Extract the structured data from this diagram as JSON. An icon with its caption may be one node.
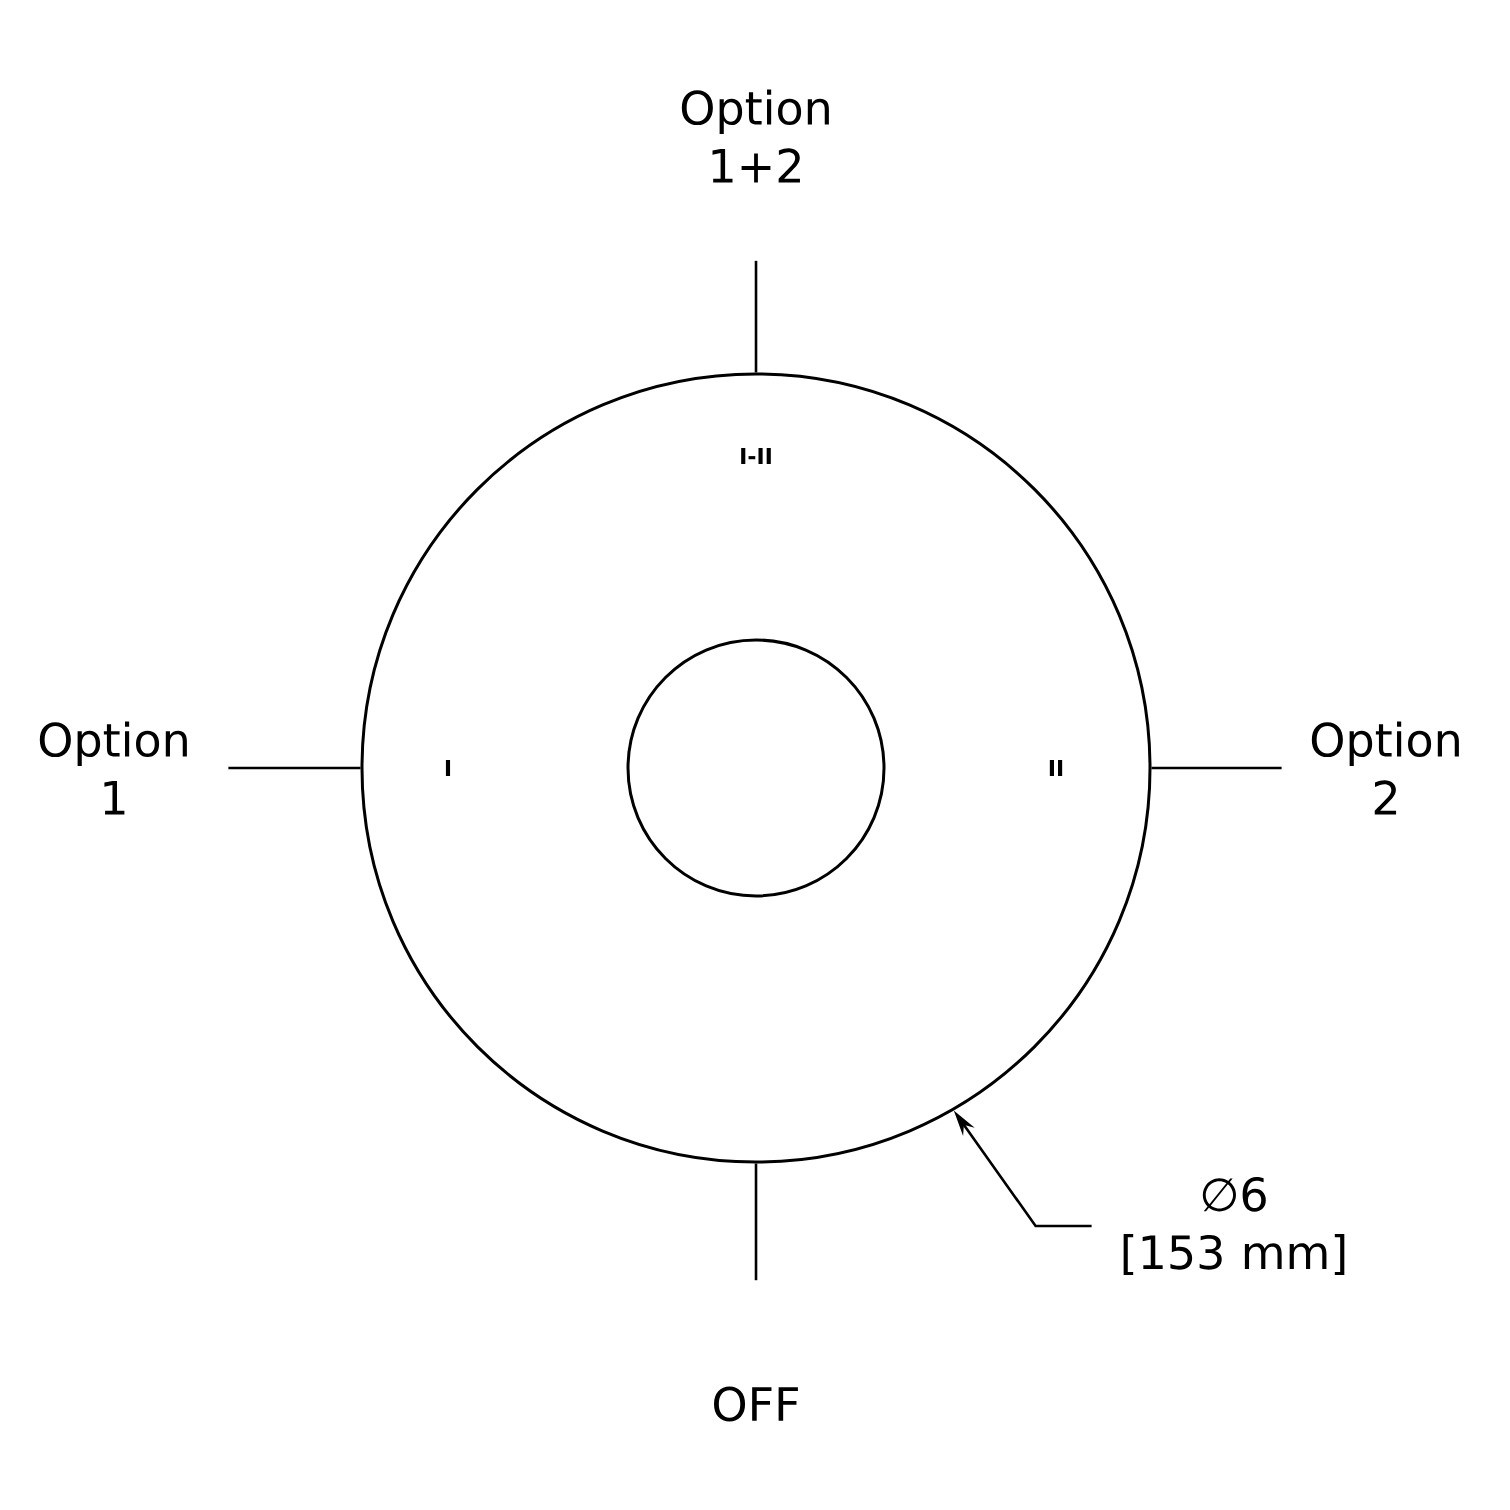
{
  "diagram": {
    "nodes": [
      {
        "text": [],
        "shape": "circle"
      },
      {
        "text": [],
        "shape": "circle",
        "in": 0
      },
      {
        "text": [
          "Option 1+2"
        ]
      },
      {
        "text": [
          "Option 1"
        ]
      },
      {
        "text": [
          "Option 2"
        ]
      },
      {
        "text": [
          "OFF"
        ]
      },
      {
        "text": [
          "∅6",
          "[153 mm]"
        ]
      }
    ],
    "edges": [
      {
        "from": 2,
        "to": 0,
        "arrow": "none"
      },
      {
        "from": 3,
        "to": 0,
        "arrow": "none"
      },
      {
        "from": 4,
        "to": 0,
        "arrow": "none"
      },
      {
        "from": 5,
        "to": 0,
        "arrow": "none"
      },
      {
        "from": 6,
        "to": 0,
        "arrow": "to"
      }
    ],
    "labels": [
      "I-II",
      "I",
      "II"
    ]
  }
}
